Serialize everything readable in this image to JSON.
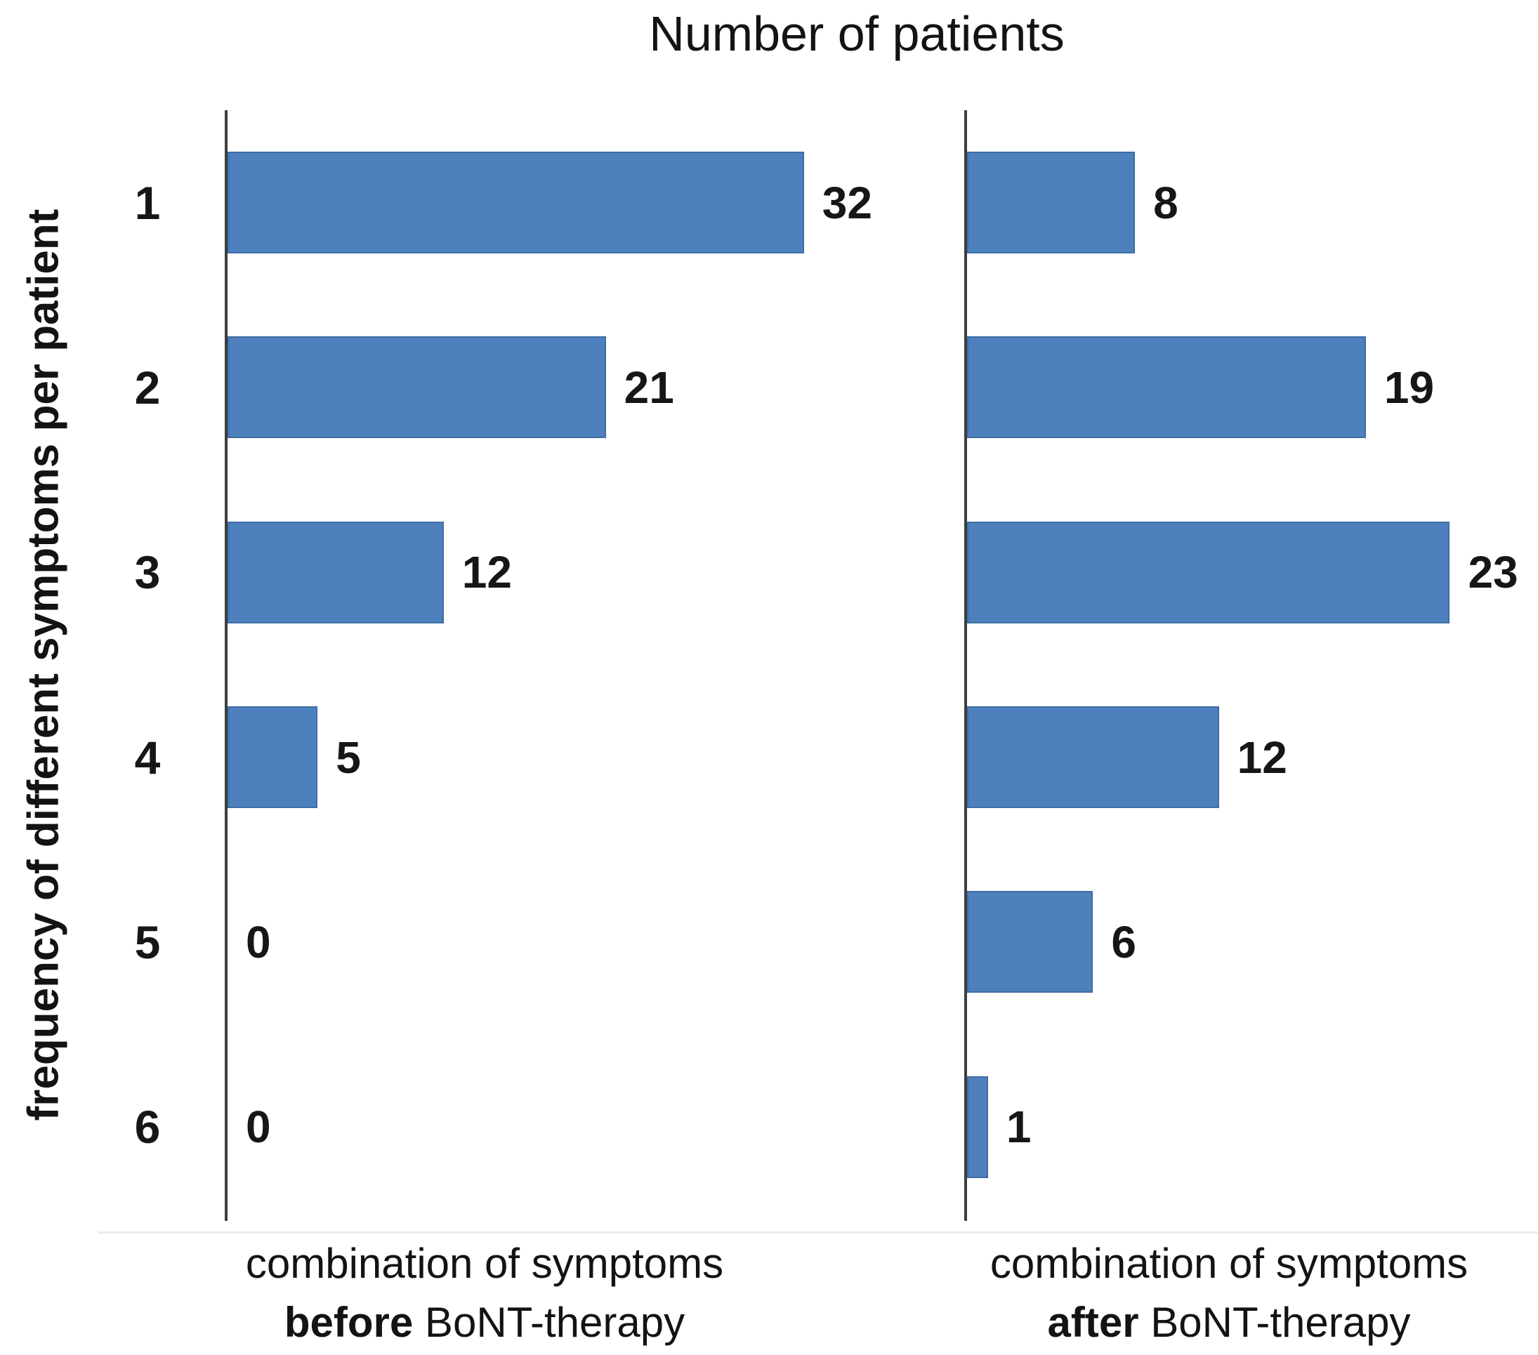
{
  "title": "Number of patients",
  "y_axis_label": "frequency of different symptoms per patient",
  "chart_data": {
    "type": "bar",
    "orientation": "horizontal",
    "title": "Number of patients",
    "category_axis_label": "frequency of different symptoms per patient",
    "categories": [
      "1",
      "2",
      "3",
      "4",
      "5",
      "6"
    ],
    "grid": false,
    "legend": false,
    "bar_color": "#4d80bd",
    "bar_border_color": "#3e6da3",
    "axis_line_color": "#3d3d3d",
    "text_color": "#161616",
    "series": [
      {
        "id": "before",
        "name": "combination of symptoms before BoNT-therapy",
        "values": [
          32,
          21,
          12,
          5,
          0,
          0
        ],
        "data_labels": [
          "32",
          "21",
          "12",
          "5",
          "0",
          "0"
        ],
        "axis_max": 40,
        "caption": {
          "line1": "combination of symptoms",
          "bold": "before",
          "rest": " BoNT-therapy"
        }
      },
      {
        "id": "after",
        "name": "combination of symptoms after BoNT-therapy",
        "values": [
          8,
          19,
          23,
          12,
          6,
          1
        ],
        "data_labels": [
          "8",
          "19",
          "23",
          "12",
          "6",
          "1"
        ],
        "axis_max": 27.2,
        "caption": {
          "line1": "combination of symptoms",
          "bold": "after",
          "rest": " BoNT-therapy"
        }
      }
    ]
  }
}
